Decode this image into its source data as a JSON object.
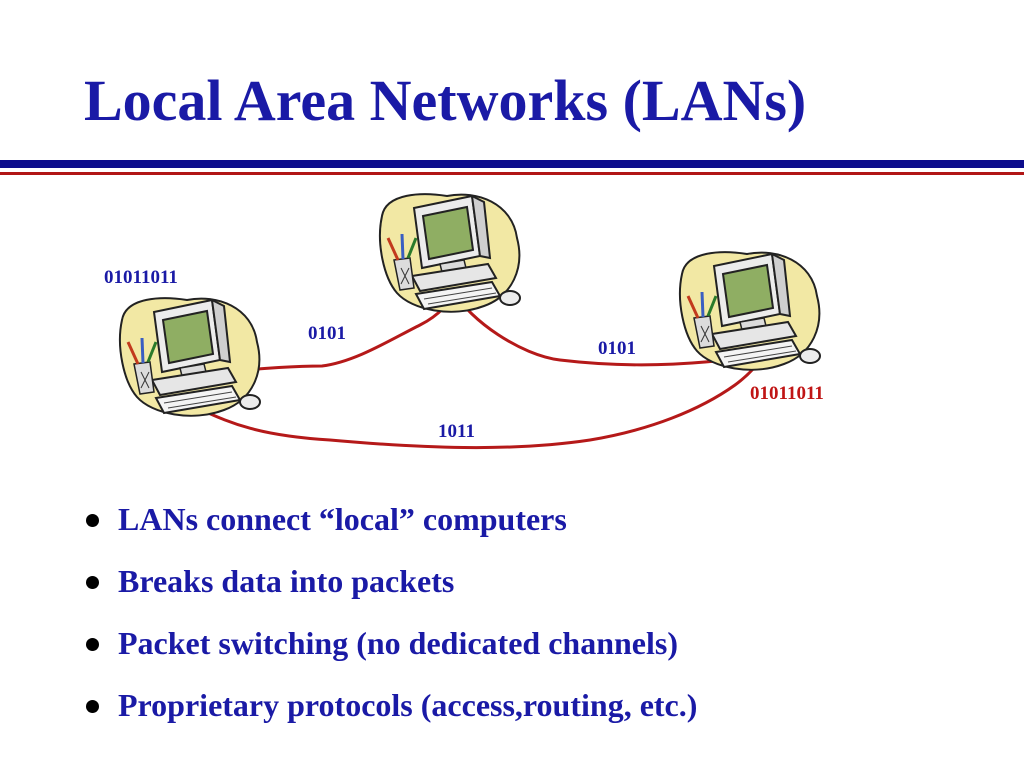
{
  "title": "Local Area Networks (LANs)",
  "colors": {
    "title": "#1a1aa6",
    "rule_blue": "#0c0c8c",
    "rule_red": "#b11616",
    "cable": "#b51919",
    "label_blue": "#1a1aa6",
    "label_red": "#c01414",
    "blob": "#f2e8a4",
    "screen": "#8fae63",
    "monitor": "#ececec"
  },
  "diagram": {
    "computers": [
      {
        "id": "left",
        "icon": "computer-icon"
      },
      {
        "id": "top",
        "icon": "computer-icon"
      },
      {
        "id": "right",
        "icon": "computer-icon"
      }
    ],
    "labels": {
      "left_data": "01011011",
      "packet_left_top": "0101",
      "packet_top_right": "0101",
      "right_data": "01011011",
      "packet_bottom": "1011"
    }
  },
  "bullets": [
    "LANs connect “local” computers",
    "Breaks data into packets",
    "Packet switching (no dedicated channels)",
    "Proprietary protocols (access,routing, etc.)"
  ]
}
